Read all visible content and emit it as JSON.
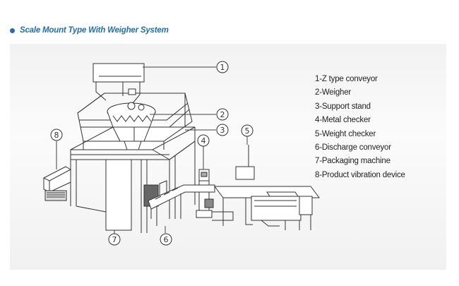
{
  "heading": {
    "title": "Scale Mount Type With Weigher System"
  },
  "callouts": [
    "1",
    "2",
    "3",
    "4",
    "5",
    "6",
    "7",
    "8"
  ],
  "legend": [
    "1-Z type conveyor",
    "2-Weigher",
    "3-Support stand",
    "4-Metal checker",
    "5-Weight checker",
    "6-Discharge conveyor",
    "7-Packaging machine",
    "8-Product vibration device"
  ],
  "colors": {
    "accent": "#1f6fb4",
    "line": "#333333",
    "panel": "#f4f4f4"
  }
}
